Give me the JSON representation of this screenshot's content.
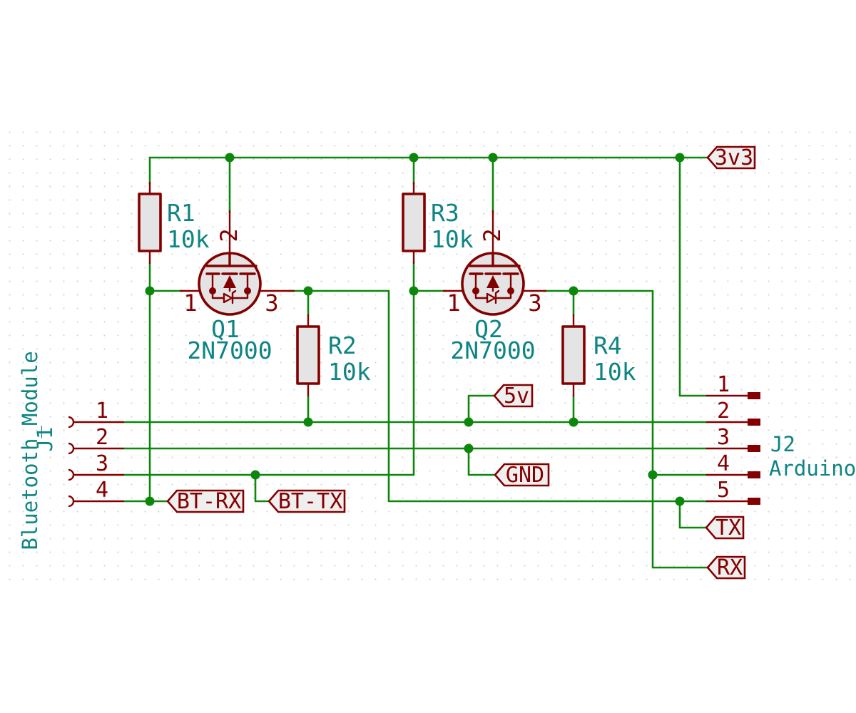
{
  "schematic": {
    "colors": {
      "wire_green": "#0c870c",
      "component_red": "#840000",
      "field_teal": "#0e8484",
      "body_fill": "#e4e4e4",
      "label_fill": "#efefef"
    },
    "power_labels": {
      "v33": "3v3",
      "v5": "5v",
      "gnd": "GND"
    },
    "signal_labels": {
      "bt_rx": "BT-RX",
      "bt_tx": "BT-TX",
      "tx": "TX",
      "rx": "RX"
    },
    "resistors": [
      {
        "ref": "R1",
        "value": "10k"
      },
      {
        "ref": "R2",
        "value": "10k"
      },
      {
        "ref": "R3",
        "value": "10k"
      },
      {
        "ref": "R4",
        "value": "10k"
      }
    ],
    "transistors": [
      {
        "ref": "Q1",
        "value": "2N7000",
        "pin_left": "1",
        "pin_top": "2",
        "pin_right": "3"
      },
      {
        "ref": "Q2",
        "value": "2N7000",
        "pin_left": "1",
        "pin_top": "2",
        "pin_right": "3"
      }
    ],
    "connectors": [
      {
        "ref": "J1",
        "value": "Bluetooth_Module",
        "pins": [
          "1",
          "2",
          "3",
          "4"
        ]
      },
      {
        "ref": "J2",
        "value": "Arduino",
        "pins": [
          "1",
          "2",
          "3",
          "4",
          "5"
        ]
      }
    ]
  }
}
